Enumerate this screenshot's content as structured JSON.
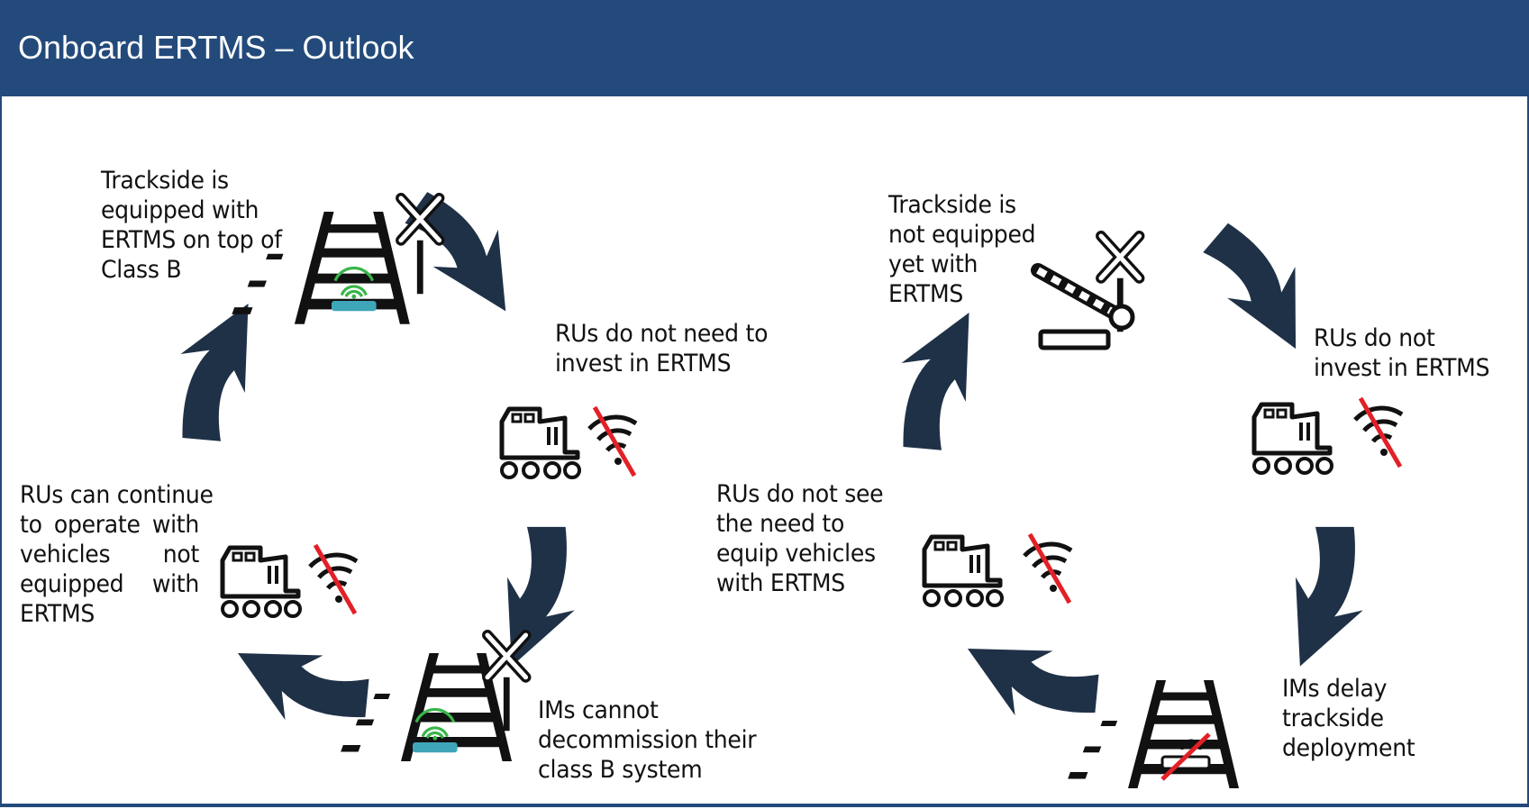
{
  "header": {
    "title": "Onboard ERTMS – Outlook"
  },
  "left_cycle": {
    "trackside_equipped": [
      "Trackside is",
      "equipped with",
      "ERTMS on top of",
      "Class B"
    ],
    "rus_no_need": [
      "RUs do not need to",
      "invest in ERTMS"
    ],
    "ims_cannot": [
      "IMs cannot",
      "decommission their",
      "class B system"
    ],
    "rus_continue": [
      [
        "RUs can continue"
      ],
      [
        "to",
        "operate",
        "with"
      ],
      [
        "vehicles",
        "not"
      ],
      [
        "equipped",
        "with"
      ],
      [
        "ERTMS"
      ]
    ]
  },
  "right_cycle": {
    "trackside_not": [
      "Trackside is",
      "not equipped",
      "yet with",
      "ERTMS"
    ],
    "rus_do_not": [
      "RUs do not",
      "invest in ERTMS"
    ],
    "ims_delay": [
      "IMs delay",
      "trackside",
      "deployment"
    ],
    "rus_not_see": [
      "RUs do not see",
      "the need to",
      "equip vehicles",
      "with ERTMS"
    ]
  },
  "colors": {
    "header": "#234a7b",
    "arrow": "#1f3147",
    "icon": "#111111",
    "strike": "#e32027",
    "wifi_green": "#39b54a",
    "router_teal": "#3fa5b8"
  },
  "icons": [
    "railway-track-icon",
    "level-crossing-icon",
    "router-wifi-icon",
    "locomotive-icon",
    "no-signal-icon",
    "curved-arrow-icon"
  ]
}
